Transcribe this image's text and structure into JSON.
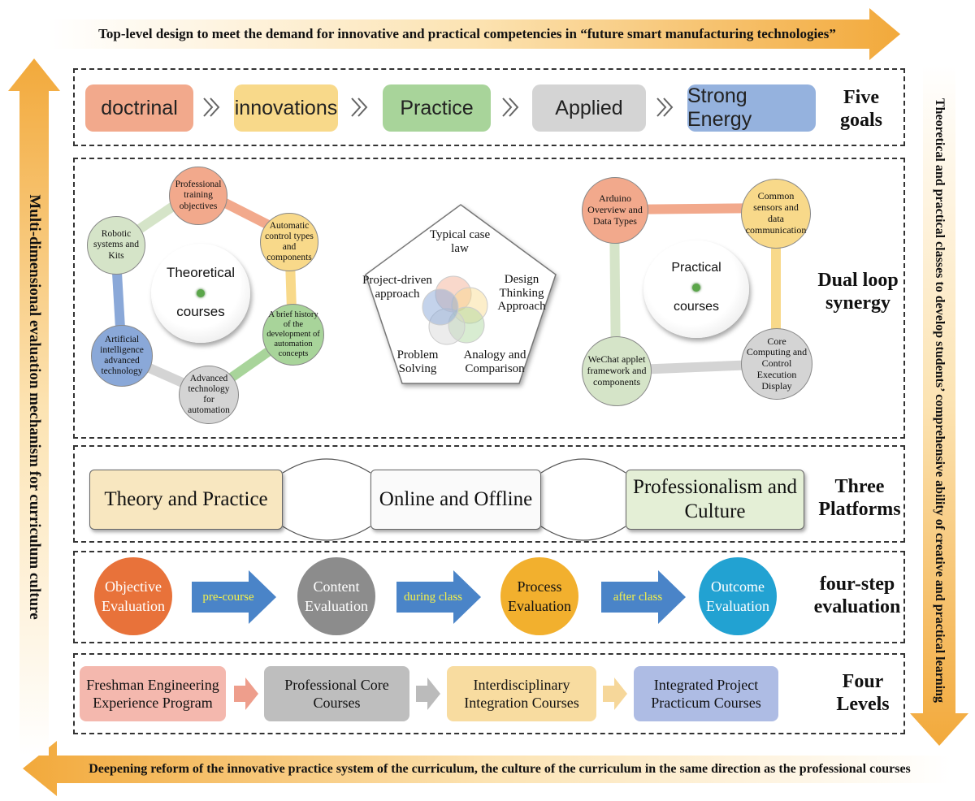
{
  "top_arrow": {
    "text": "Top-level design to meet the demand for innovative and practical competencies in “future smart manufacturing technologies”",
    "color": "#F2A93B"
  },
  "left_arrow": {
    "text": "Multi-dimensional evaluation mechanism for curriculum culture"
  },
  "right_arrow": {
    "text": "Theoretical and practical classes to develop students’ comprehensive ability of creative and practical learning"
  },
  "bottom_arrow": {
    "text": "Deepening reform of the innovative practice system of the curriculum, the culture of the curriculum in the same direction as the professional courses"
  },
  "five_goals": {
    "label": "Five goals",
    "items": [
      {
        "text": "doctrinal",
        "color": "#F2A98C"
      },
      {
        "text": "innovations",
        "color": "#F8D98A"
      },
      {
        "text": "Practice",
        "color": "#A8D49A"
      },
      {
        "text": "Applied",
        "color": "#D4D4D4"
      },
      {
        "text": "Strong Energy",
        "color": "#95B2DE"
      }
    ]
  },
  "dual_loop": {
    "label": "Dual loop synergy",
    "theoretical": {
      "center": "Theoretical courses",
      "nodes": [
        {
          "text": "Professional training objectives",
          "color": "#F2A98C"
        },
        {
          "text": "Automatic control types and components",
          "color": "#F8D98A"
        },
        {
          "text": "A brief history of the development of automation concepts",
          "color": "#A8D49A"
        },
        {
          "text": "Advanced technology for automation",
          "color": "#D4D4D4"
        },
        {
          "text": "Artificial intelligence advanced technology",
          "color": "#8AA8D8"
        },
        {
          "text": "Robotic systems and Kits",
          "color": "#D5E4C8"
        }
      ]
    },
    "methods": {
      "items": [
        "Typical case law",
        "Design Thinking Approach",
        "Analogy and Comparison",
        "Problem Solving",
        "Project-driven approach"
      ]
    },
    "practical": {
      "center": "Practical courses",
      "nodes": [
        {
          "text": "Arduino Overview and Data Types",
          "color": "#F2A98C"
        },
        {
          "text": "Common sensors and data communication",
          "color": "#F8D98A"
        },
        {
          "text": "Core Computing and Control Execution Display",
          "color": "#D4D4D4"
        },
        {
          "text": "WeChat applet framework and components",
          "color": "#D5E4C8"
        }
      ]
    }
  },
  "three_platforms": {
    "label": "Three Platforms",
    "items": [
      {
        "text": "Theory and Practice",
        "color": "#F8E7C0"
      },
      {
        "text": "Online and Offline",
        "color": "#FAFAFA"
      },
      {
        "text": "Professionalism and Culture",
        "color": "#E4EFD6"
      }
    ]
  },
  "four_step": {
    "label": "four-step evaluation",
    "steps": [
      {
        "text": "Objective Evaluation",
        "color": "#E8723A"
      },
      {
        "text": "Content Evaluation",
        "color": "#8C8C8C"
      },
      {
        "text": "Process Evaluation",
        "color": "#F2B02E"
      },
      {
        "text": "Outcome Evaluation",
        "color": "#22A2D2"
      }
    ],
    "transitions": [
      "pre-course",
      "during class",
      "after class"
    ]
  },
  "four_levels": {
    "label": "Four Levels",
    "items": [
      {
        "text": "Freshman Engineering Experience Program",
        "color": "#F4B8AE"
      },
      {
        "text": "Professional Core Courses",
        "color": "#BEBEBE"
      },
      {
        "text": "Interdisciplinary Integration Courses",
        "color": "#F8DCA0"
      },
      {
        "text": "Integrated Project Practicum Courses",
        "color": "#AEBCE4"
      }
    ]
  }
}
